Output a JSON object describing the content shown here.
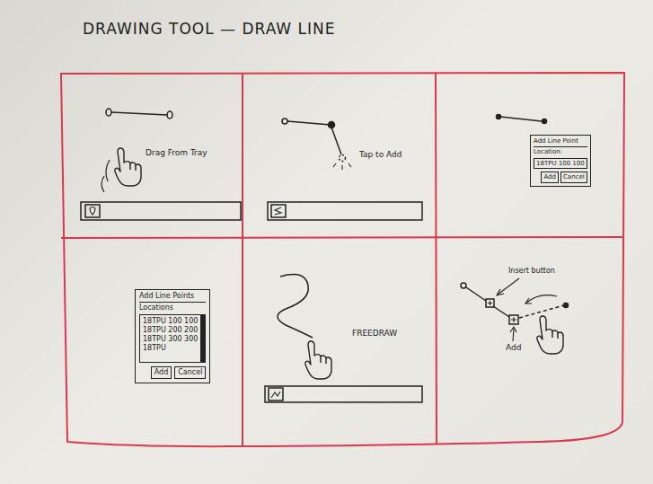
{
  "diagram": {
    "title": "DRAWING TOOL — DRAW LINE",
    "nodes": [
      {
        "text": [
          "Add Line Point",
          "Location:"
        ]
      },
      {
        "text": [
          "18TPU 100 100"
        ],
        "in": 0
      },
      {
        "text": [
          "Add"
        ],
        "in": 0
      },
      {
        "text": [
          "Cancel"
        ],
        "in": 0
      },
      {
        "text": [
          "Add Line Points",
          "Locations"
        ]
      },
      {
        "text": [
          "18TPU 100 100",
          "18TPU 200 200",
          "18TPU 300 300",
          "18TPU"
        ],
        "in": 4
      },
      {
        "text": [
          "Add"
        ],
        "in": 4
      },
      {
        "text": [
          "Cancel"
        ],
        "in": 4
      }
    ],
    "labels": [
      "Drag From Tray",
      "Tap to Add",
      "FREEDRAW",
      "Insert button",
      "Add"
    ]
  }
}
